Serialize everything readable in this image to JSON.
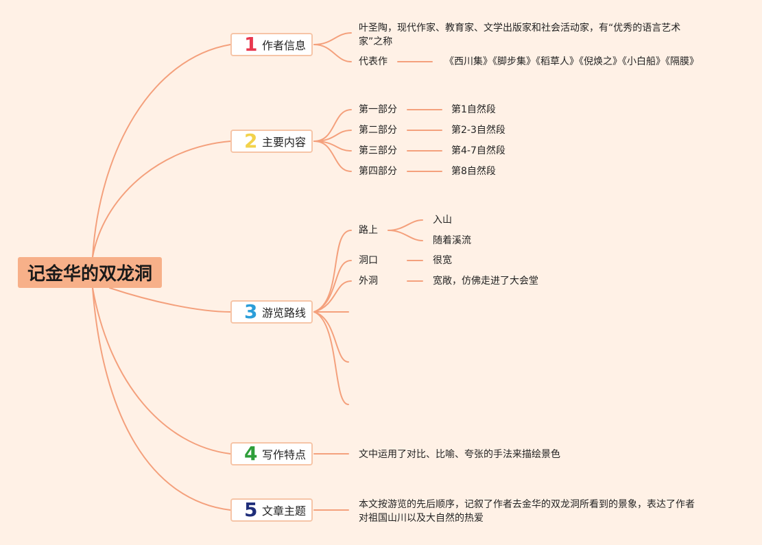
{
  "root": {
    "title": "记金华的双龙洞"
  },
  "branches": [
    {
      "num": "1",
      "label": "作者信息",
      "color": "#e8384f"
    },
    {
      "num": "2",
      "label": "主要内容",
      "color": "#f2d24b"
    },
    {
      "num": "3",
      "label": "游览路线",
      "color": "#2b9ed9"
    },
    {
      "num": "4",
      "label": "写作特点",
      "color": "#2e9e3a"
    },
    {
      "num": "5",
      "label": "文章主题",
      "color": "#1f2e7a"
    }
  ],
  "author": {
    "intro": "叶圣陶，现代作家、教育家、文学出版家和社会活动家，有“优秀的语言艺术家”之称",
    "works_label": "代表作",
    "works": "《西川集》《脚步集》《稻草人》《倪焕之》《小白船》《隔膜》"
  },
  "content": [
    {
      "part": "第一部分",
      "paras": "第1自然段"
    },
    {
      "part": "第二部分",
      "paras": "第2-3自然段"
    },
    {
      "part": "第三部分",
      "paras": "第4-7自然段"
    },
    {
      "part": "第四部分",
      "paras": "第8自然段"
    }
  ],
  "route": {
    "road": {
      "label": "路上",
      "children": [
        "入山",
        "随着溪流"
      ]
    },
    "mouth": {
      "label": "洞口",
      "desc": "很宽"
    },
    "outer": {
      "label": "外洞",
      "desc": "宽敞，仿佛走进了大会堂"
    }
  },
  "features": {
    "text": "文中运用了对比、比喻、夸张的手法来描绘景色"
  },
  "theme": {
    "text": "本文按游览的先后顺序，记叙了作者去金华的双龙洞所看到的景象，表达了作者对祖国山川以及大自然的热爱"
  },
  "colors": {
    "wire": "#f4a07c",
    "background": "#fff1e6",
    "root_fill": "#f7b089"
  }
}
